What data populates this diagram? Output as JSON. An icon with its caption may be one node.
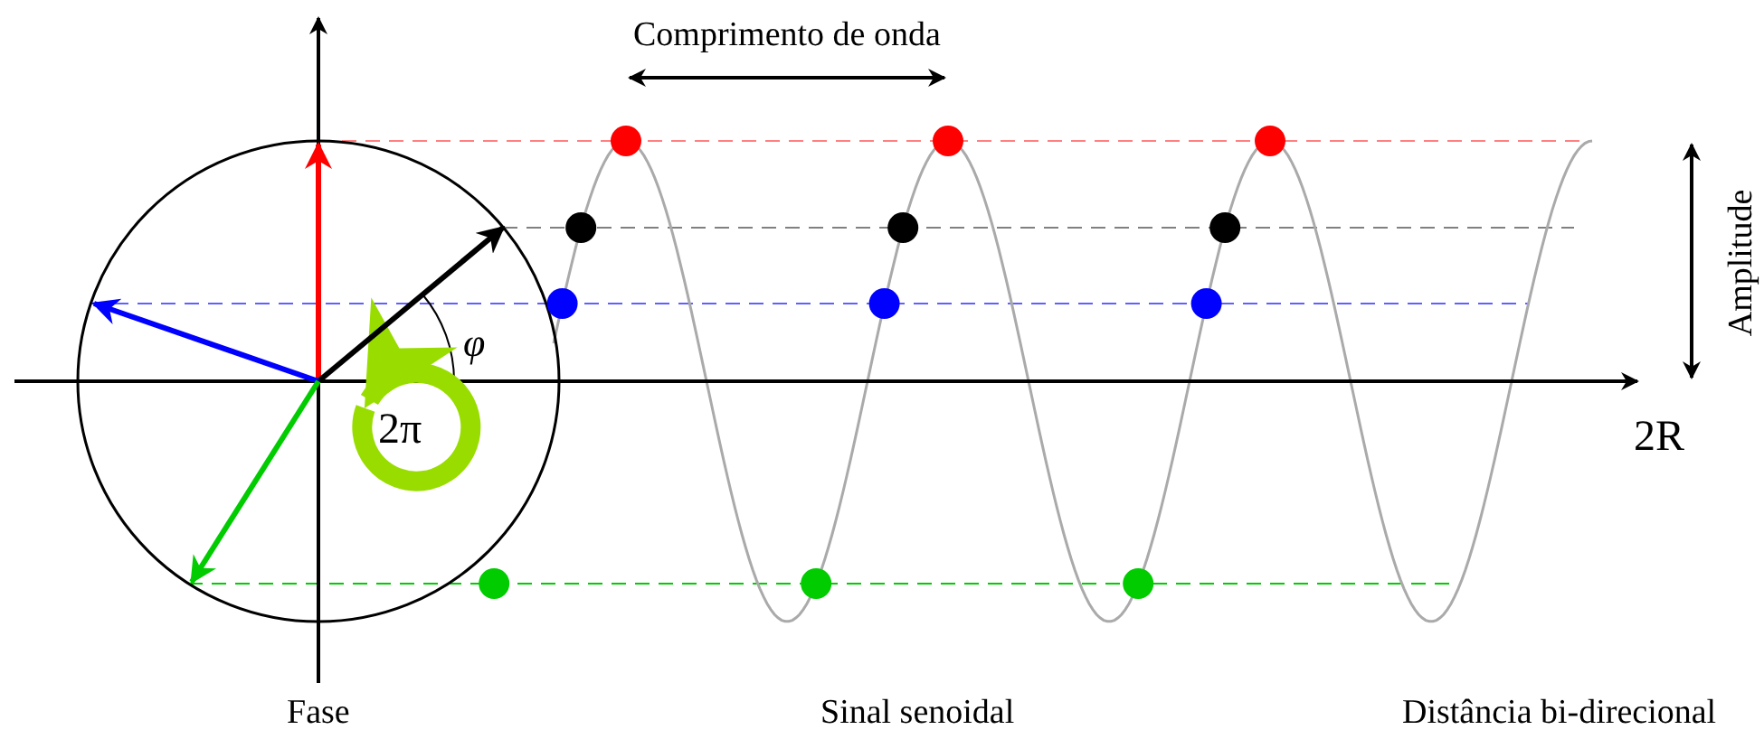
{
  "diagram": {
    "labels": [
      "Comprimento de onda",
      "Amplitude",
      "φ",
      "2π",
      "2R",
      "Fase",
      "Sinal senoidal",
      "Distância bi-direcional"
    ]
  }
}
